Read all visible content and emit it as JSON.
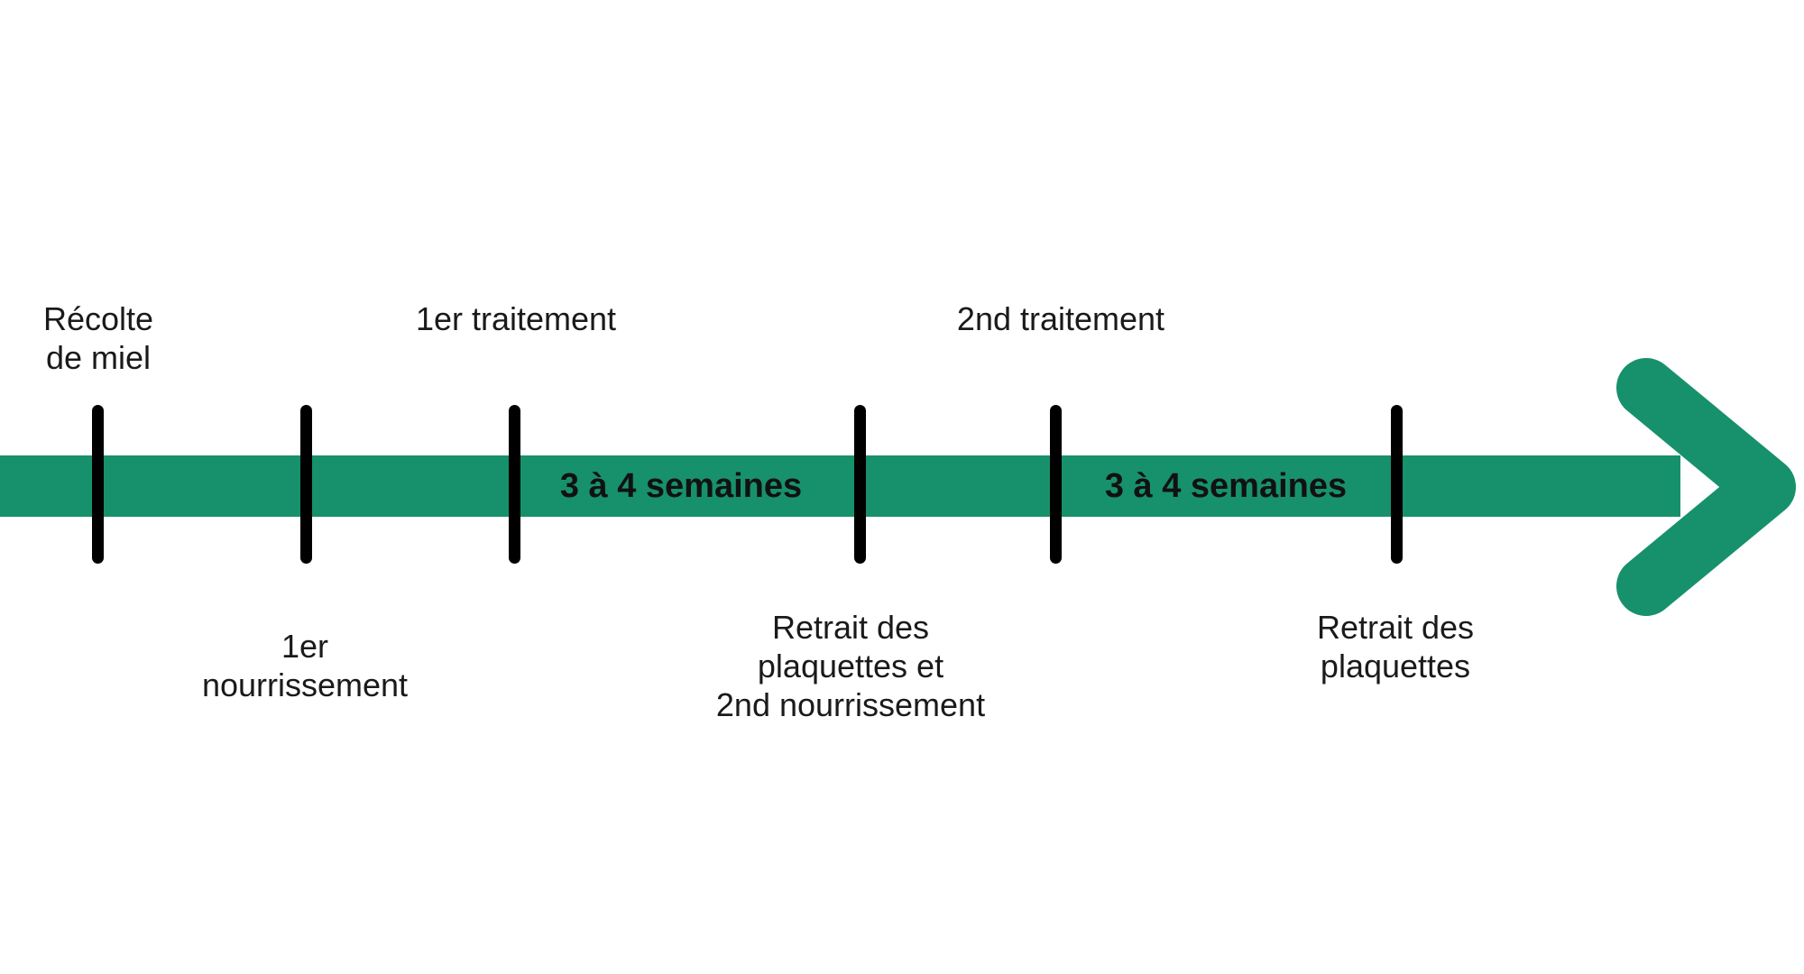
{
  "timeline": {
    "bar_color": "#17916B",
    "tick_color": "#000000",
    "text_color": "#1a1a1a",
    "direction": "right",
    "milestones": [
      {
        "label": "Récolte\nde miel",
        "side": "above"
      },
      {
        "label": "1er\nnourrissement",
        "side": "below"
      },
      {
        "label": "1er traitement",
        "side": "above"
      },
      {
        "label": "Retrait des\nplaquettes et\n2nd nourrissement",
        "side": "below"
      },
      {
        "label": "2nd traitement",
        "side": "above"
      },
      {
        "label": "Retrait des\nplaquettes",
        "side": "below"
      }
    ],
    "intervals": [
      {
        "label": "3 à 4 semaines"
      },
      {
        "label": "3 à 4 semaines"
      }
    ]
  }
}
